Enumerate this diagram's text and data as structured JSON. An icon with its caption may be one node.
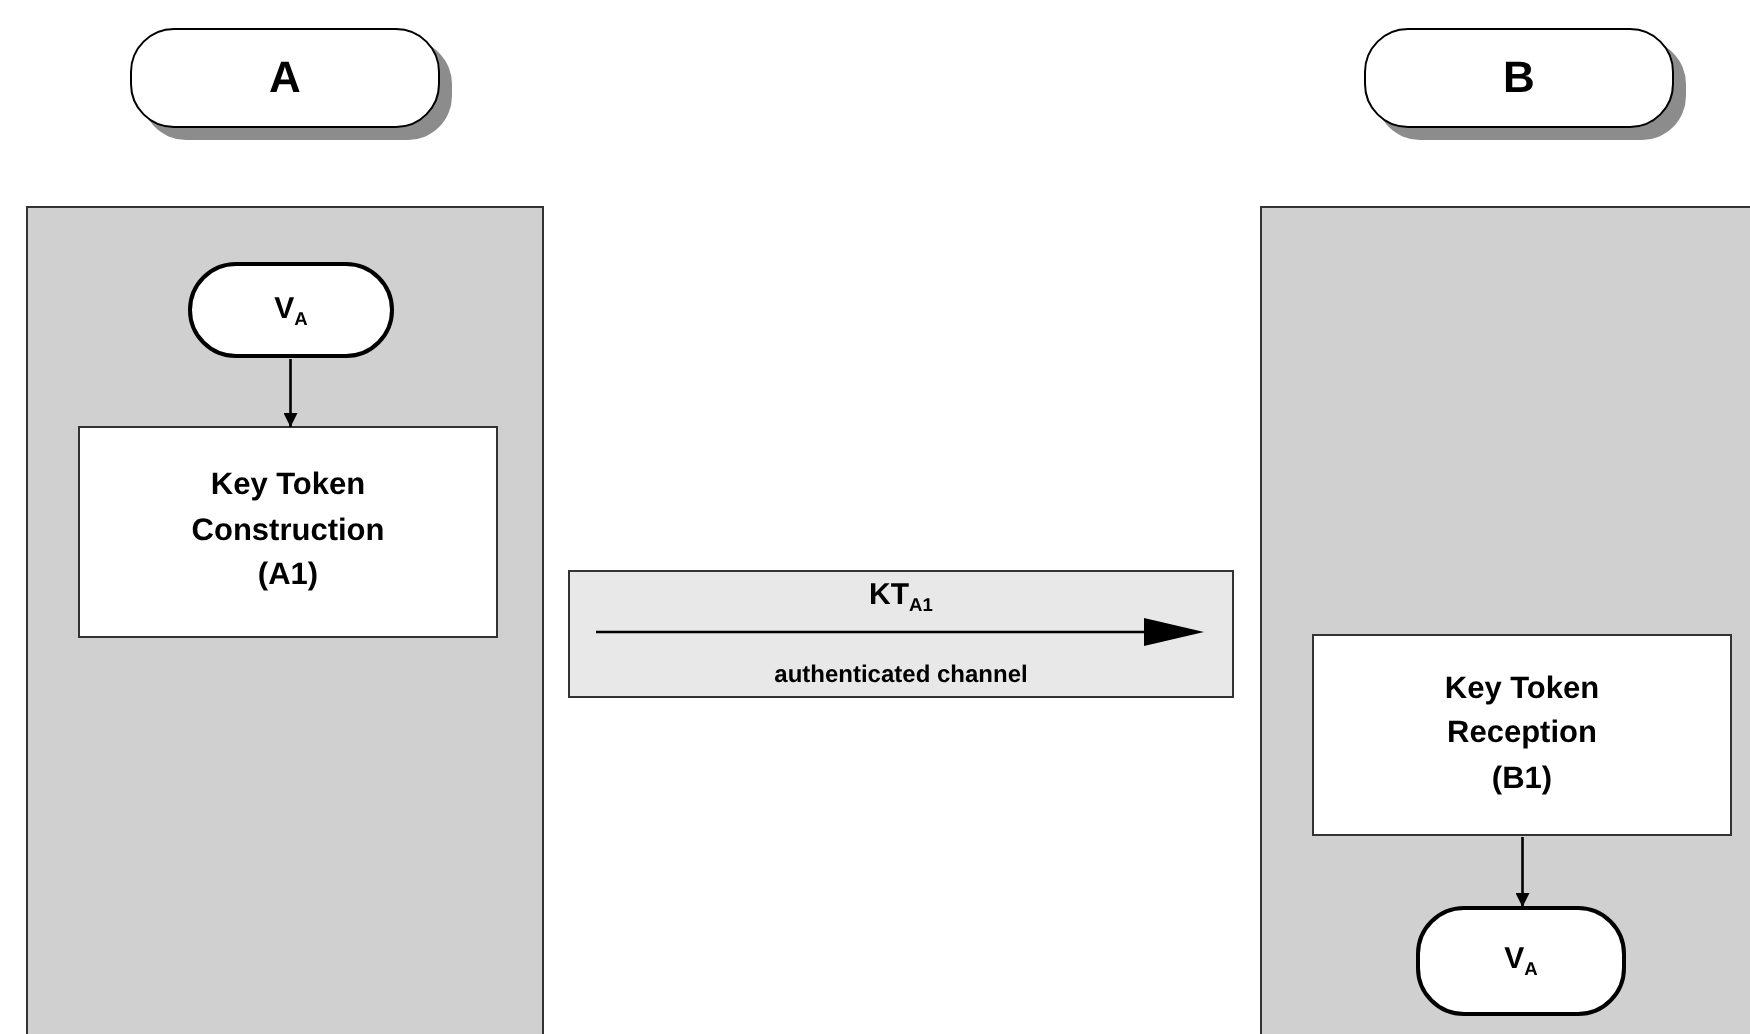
{
  "diagram": {
    "nodes": [
      {
        "text": [
          "A"
        ]
      },
      {
        "text": [
          "B"
        ]
      },
      {
        "text": [],
        "shape": "box"
      },
      {
        "text": [
          "V$_{A}$"
        ],
        "in": 2
      },
      {
        "text": [
          "Key Token Construction (A1)"
        ],
        "in": 2
      },
      {
        "text": [
          "KT$_{A1}$",
          "authenticated channel"
        ]
      },
      {
        "text": [],
        "shape": "box"
      },
      {
        "text": [
          "Key Token Reception (B1)"
        ],
        "in": 6
      },
      {
        "text": [
          "V$_{A}$"
        ],
        "in": 6
      }
    ],
    "edges": [
      {
        "from": 3,
        "to": 4,
        "arrow": "to"
      },
      {
        "from": 7,
        "to": 8,
        "arrow": "to"
      }
    ]
  }
}
